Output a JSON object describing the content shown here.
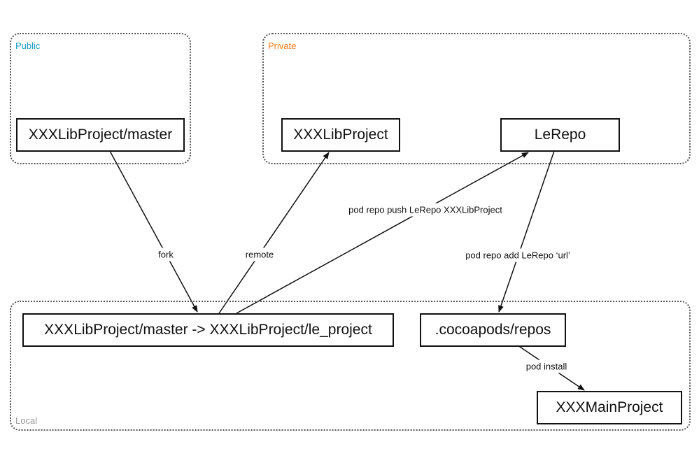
{
  "colors": {
    "public_label": "#1a9bc7",
    "private_label": "#f07c1e",
    "local_label": "#999999",
    "line": "#111111"
  },
  "groups": {
    "public": {
      "label": "Public"
    },
    "private": {
      "label": "Private"
    },
    "local": {
      "label": "Local"
    }
  },
  "nodes": {
    "public_master": "XXXLibProject/master",
    "private_project": "XXXLibProject",
    "lerepo": "LeRepo",
    "local_branch": "XXXLibProject/master -> XXXLibProject/le_project",
    "cocoapods_repos": ".cocoapods/repos",
    "main_project": "XXXMainProject"
  },
  "edges": {
    "fork": "fork",
    "remote": "remote",
    "push": "pod repo push LeRepo XXXLibProject",
    "add": "pod repo add LeRepo ‘url’",
    "install": "pod install"
  }
}
